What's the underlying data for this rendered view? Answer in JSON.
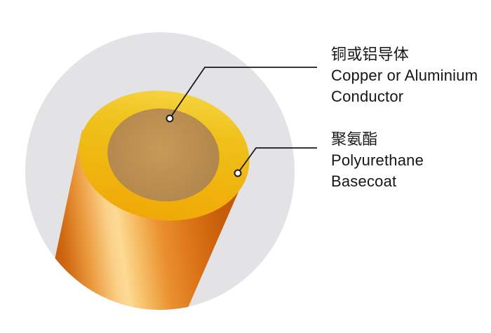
{
  "diagram": {
    "title_hint": "enameled-wire-construction",
    "colors": {
      "page_background": "#ffffff",
      "backdrop": "#e3e3e5",
      "line": "#1a1a1a",
      "dot_fill": "#ffffff",
      "text": "#161616",
      "copper_gradient": [
        "#c05407",
        "#cf6610",
        "#eb9c40",
        "#fad088",
        "#fdda95",
        "#f5ba60",
        "#ea9030",
        "#dc7518",
        "#ca600c",
        "#bd5507"
      ],
      "enamel_gradient": [
        "#f5d340",
        "#efc11a",
        "#f0a807"
      ],
      "conductor_gradient": [
        "#c69a58",
        "#b1864a"
      ]
    },
    "callouts": [
      {
        "id": "conductor",
        "label_zh": "铜或铝导体",
        "label_en_line1": "Copper or Aluminium",
        "label_en_line2": "Conductor"
      },
      {
        "id": "basecoat",
        "label_zh": "聚氨酯",
        "label_en_line1": "Polyurethane",
        "label_en_line2": "Basecoat"
      }
    ]
  }
}
